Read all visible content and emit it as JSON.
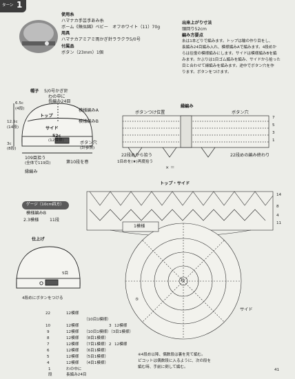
{
  "corner": {
    "label": "ターン",
    "number": "1"
  },
  "materials": {
    "yarn_heading": "使用糸",
    "yarn_brand": "ハマナカ手芸手あみ糸",
    "yarn_detail": "ボーム《無似綿》ベビー　オフホワイト（11）70g",
    "tools_heading": "用具",
    "tools_detail": "ハマナカアミアミ両かぎ針ララクラ5/0号",
    "notions_heading": "付属品",
    "notions_detail": "ボタン（23mm）1個"
  },
  "size": {
    "heading": "出来上がり寸法",
    "detail": "頭回り52cm",
    "points_heading": "編み方要点",
    "points": [
      "糸は1本どりで編みます。トップは輪の作り目をし、",
      "長編み24目編み入れ、模様編みAで編みます。4段めか",
      "らは往復の模様編みにします。サイドは模様編みBを編",
      "みます。かぶりは1目ゴム編みを編み、サイドから拾った",
      "目と合わせて縁編みを編みます。途中でボタン穴を作",
      "ります。ボタンをつけます。"
    ]
  },
  "hat_diagram": {
    "title": "帽子",
    "hook": "5/0号かぎ針",
    "ring": "わの中に",
    "ring2": "長編み24目",
    "top": "トップ",
    "side": "サイド",
    "pattern_a": "模様編みA",
    "pattern_b": "模様編みB",
    "meas_1": "6.5c",
    "meas_1b": "(4段)",
    "meas_2": "12.5c",
    "meas_2b": "(14段)",
    "meas_3": "3c",
    "meas_3b": "(8段)",
    "width": "52c",
    "width_b": "(12模様)",
    "buttonhole": "ボタン穴",
    "buttonhole_b": "(計参照)",
    "pickup": "109目拾う",
    "pickup_b": "(全体で119目)",
    "edge_label": "縁編み",
    "row10": "第10段を巻"
  },
  "edging": {
    "title": "縁編み",
    "button_pos": "ボタンつけ位置",
    "buttonhole": "ボタン穴",
    "count": "22段めから拾う",
    "count2": "1目めを(★)再度拾う",
    "note": "22段めの編み終わり",
    "rows": [
      "7",
      "5",
      "3",
      "1"
    ],
    "symbols": "× ＝"
  },
  "top_side": {
    "title": "トップ・サイド",
    "pattern_label": "1模様",
    "side_label": "サイド",
    "right_labels": [
      "14",
      "8",
      "4",
      "11"
    ],
    "bottom_left": "⑤",
    "ring_note": "わ"
  },
  "gauge": {
    "label": "ゲージ（10cm四方）",
    "line1": "模様編みB",
    "line2": "2.3模様",
    "line3": "11段"
  },
  "finish": {
    "title": "仕上げ",
    "row": "5目",
    "button_note": "4段めにボタンをつける"
  },
  "table": {
    "rows": [
      {
        "row": "22",
        "count": "12模様",
        "note": ""
      },
      {
        "row": "",
        "count": "",
        "note": "（10目1模様）"
      },
      {
        "row": "10",
        "count": "12模様",
        "note": ""
      },
      {
        "row": "9",
        "count": "12模様",
        "note": "（10目1模様）"
      },
      {
        "row": "8",
        "count": "12模様",
        "note": "（8目1模様）"
      },
      {
        "row": "7",
        "count": "12模様",
        "note": "（7目1模様）"
      },
      {
        "row": "6",
        "count": "12模様",
        "note": "（6目1模様）"
      },
      {
        "row": "5",
        "count": "12模様",
        "note": "（5目1模様）"
      },
      {
        "row": "4",
        "count": "12模様",
        "note": "（4目1模様）"
      },
      {
        "row": "3",
        "count": "12模様",
        "note": "（3目1模様）"
      },
      {
        "row": "2",
        "count": "12模様",
        "note": ""
      },
      {
        "row": "1",
        "count": "わの中に",
        "note": ""
      },
      {
        "row": "段",
        "count": "長編み24目",
        "note": ""
      }
    ]
  },
  "footnote": [
    "※4段め以降、偶数段は裏を見て編む。",
    "ピコットは偶数段に入るように、次の段を",
    "編む時、手前に倒して編む。"
  ],
  "page_number": "41"
}
